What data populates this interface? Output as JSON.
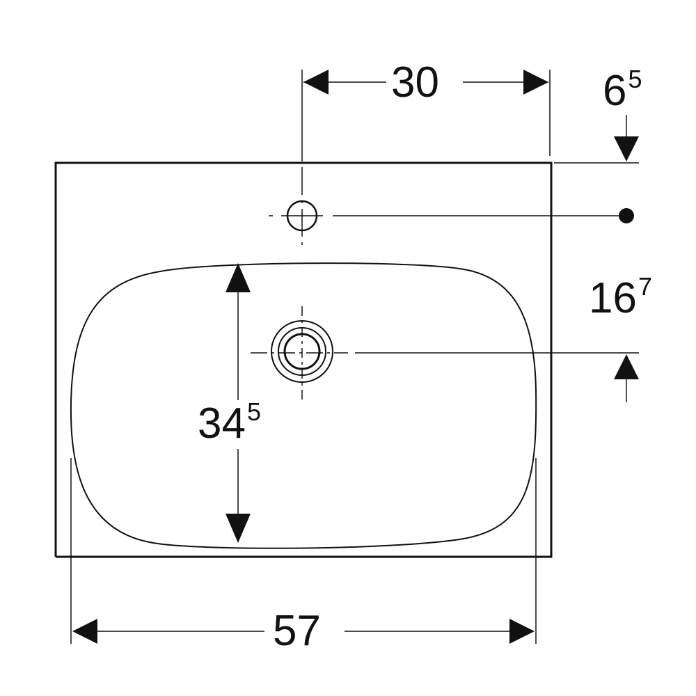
{
  "dimensions": {
    "top_width": {
      "main": "30",
      "sup": ""
    },
    "right_top_offset": {
      "main": "6",
      "sup": "5"
    },
    "right_drain_offset": {
      "main": "16",
      "sup": "7"
    },
    "bowl_depth": {
      "main": "34",
      "sup": "5"
    },
    "overall_width": {
      "main": "57",
      "sup": ""
    }
  },
  "colors": {
    "line": "#111111",
    "background": "#ffffff"
  }
}
